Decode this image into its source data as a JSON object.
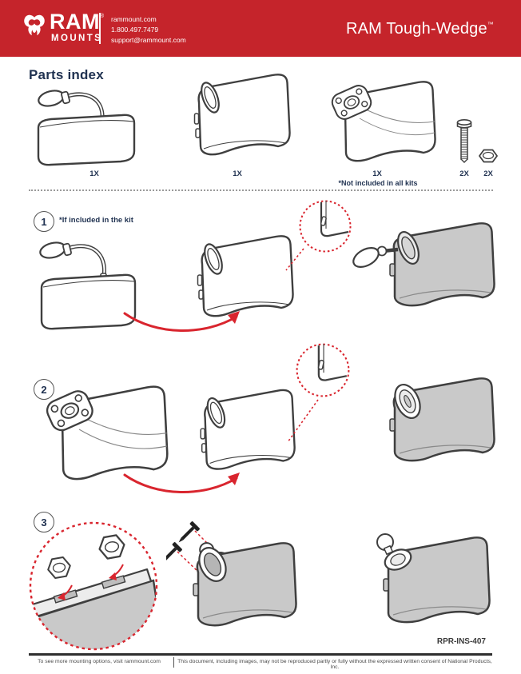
{
  "colors": {
    "brand_red": "#c5242b",
    "accent_red": "#d9252e",
    "heading_ink": "#1f3150",
    "outline_gray": "#3f3f3f",
    "illustration_gray": "#c9c9c9"
  },
  "header": {
    "logo_primary": "RAM",
    "logo_registered": "®",
    "logo_secondary": "MOUNTS",
    "website": "rammount.com",
    "phone": "1.800.497.7479",
    "email": "support@rammount.com",
    "product_title": "RAM Tough-Wedge",
    "product_trademark": "™"
  },
  "parts_index": {
    "title": "Parts index",
    "items": [
      {
        "name": "air pump bladder",
        "qty": "1X"
      },
      {
        "name": "tough-wedge case",
        "qty": "1X"
      },
      {
        "name": "tough-wedge with ball plate",
        "qty": "1X",
        "note": "*Not included in all kits"
      },
      {
        "name": "screw",
        "qty": "2X"
      },
      {
        "name": "nut",
        "qty": "2X"
      }
    ]
  },
  "steps": [
    {
      "number": "1",
      "note": "*If included in the kit"
    },
    {
      "number": "2"
    },
    {
      "number": "3"
    }
  ],
  "document_code": "RPR-INS-407",
  "footer": {
    "left": "To see more mounting options, visit rammount.com",
    "right": "This document, including images, may not be reproduced partly or fully without the expressed written consent of National Products, Inc."
  }
}
